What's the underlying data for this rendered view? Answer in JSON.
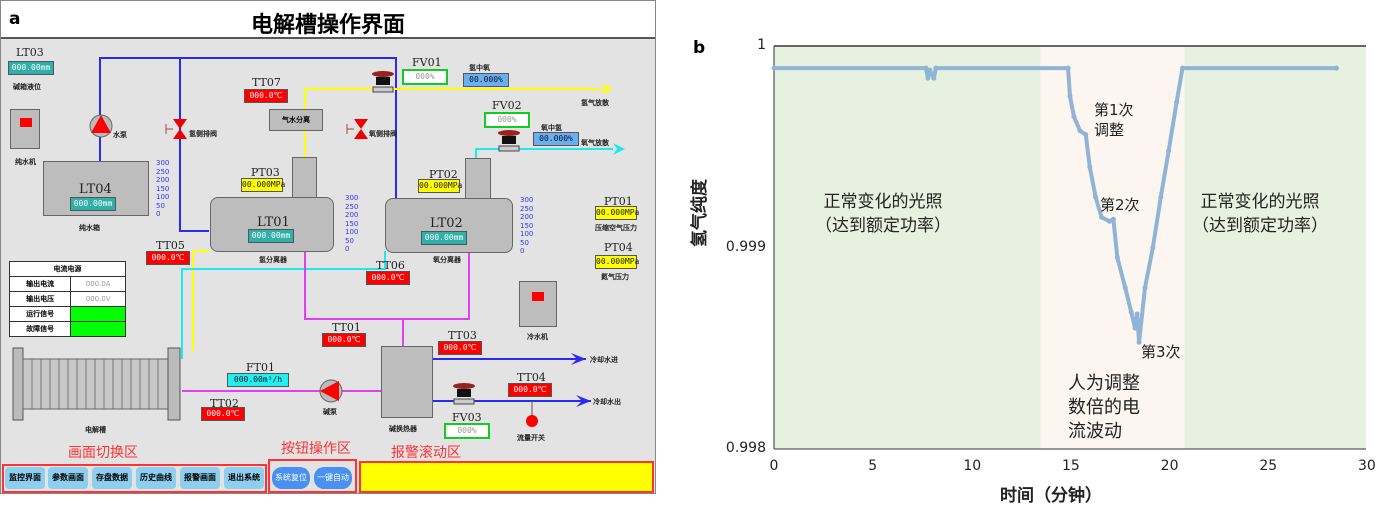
{
  "panel_a": {
    "label": "a",
    "title": "电解槽操作界面",
    "instruments": {
      "LT03": {
        "tag": "LT03",
        "value": "000.00mm",
        "caption": "碱箱液位"
      },
      "LT04": {
        "tag": "LT04",
        "value": "000.00mm",
        "caption": "纯水箱"
      },
      "LT01": {
        "tag": "LT01",
        "value": "000.00mm",
        "caption": "氢分离器"
      },
      "LT02": {
        "tag": "LT02",
        "value": "000.00mm",
        "caption": "氧分离器"
      },
      "TT07": {
        "tag": "TT07",
        "value": "000.0℃"
      },
      "TT05": {
        "tag": "TT05",
        "value": "000.0℃"
      },
      "TT06": {
        "tag": "TT06",
        "value": "000.0℃"
      },
      "TT01": {
        "tag": "TT01",
        "value": "000.0℃"
      },
      "TT02": {
        "tag": "TT02",
        "value": "000.0℃"
      },
      "TT03": {
        "tag": "TT03",
        "value": "000.0℃"
      },
      "TT04": {
        "tag": "TT04",
        "value": "000.0℃"
      },
      "PT03": {
        "tag": "PT03",
        "value": "00.000MPa"
      },
      "PT02": {
        "tag": "PT02",
        "value": "00.000MPa"
      },
      "PT01": {
        "tag": "PT01",
        "value": "00.000MPa",
        "caption": "压缩空气压力"
      },
      "PT04": {
        "tag": "PT04",
        "value": "00.000MPa",
        "caption": "氮气压力"
      },
      "FV01": {
        "tag": "FV01",
        "value": "000%"
      },
      "FV02": {
        "tag": "FV02",
        "value": "000%"
      },
      "FV03": {
        "tag": "FV03",
        "value": "000%"
      },
      "FT01": {
        "tag": "FT01",
        "value": "000.00m³/h"
      },
      "O2inH2": {
        "tag": "氢中氧",
        "value": "00.000%"
      },
      "H2inO2": {
        "tag": "氧中氢",
        "value": "00.000%"
      }
    },
    "captions": {
      "pure_water_machine": "纯水机",
      "water_pump": "水泵",
      "h2_drain": "氢侧排阀",
      "o2_drain": "氧侧排阀",
      "gas_water_sep": "气水分离",
      "h2_vent": "氢气放散",
      "o2_vent": "氧气放散",
      "chiller": "冷水机",
      "cool_in": "冷却水进",
      "cool_out": "冷却水出",
      "flow_switch": "流量开关",
      "alkali_pump": "碱泵",
      "heat_exchanger": "碱换热器",
      "electrolyzer": "电解槽"
    },
    "scale": [
      "300",
      "250",
      "200",
      "150",
      "100",
      "50",
      "0"
    ],
    "power_supply": {
      "header": "电流电源",
      "rows": [
        {
          "label": "输出电流",
          "value": "000.0A"
        },
        {
          "label": "输出电压",
          "value": "000.0V"
        },
        {
          "label": "运行信号",
          "value": ""
        },
        {
          "label": "故障信号",
          "value": ""
        }
      ]
    },
    "zones": {
      "switch": "画面切换区",
      "buttons": "按钮操作区",
      "alarm": "报警滚动区"
    },
    "nav_buttons": [
      "监控界面",
      "参数画面",
      "存盘数据",
      "历史曲线",
      "报警画面",
      "退出系统"
    ],
    "op_buttons": [
      "系统复位",
      "一键自动"
    ],
    "colors": {
      "alarm_bar": "#ffff00",
      "signal_on": "#00ff00"
    }
  },
  "chart_data": {
    "label": "b",
    "type": "line",
    "xlabel": "时间（分钟）",
    "ylabel": "氢气纯度",
    "xlim": [
      0,
      30
    ],
    "ylim": [
      0.998,
      1
    ],
    "xticks": [
      "0",
      "5",
      "10",
      "15",
      "20",
      "25",
      "30"
    ],
    "yticks": [
      "0.998",
      "0.999",
      "1"
    ],
    "regions": [
      {
        "from": 0,
        "to": 13.5,
        "color": "#e6f1df"
      },
      {
        "from": 13.5,
        "to": 20.8,
        "color": "#fcf5f0"
      },
      {
        "from": 20.8,
        "to": 30,
        "color": "#e6f1df"
      }
    ],
    "series": [
      {
        "name": "氢气纯度",
        "color": "#8fb4d6",
        "x": [
          0,
          7.7,
          7.8,
          7.9,
          8.1,
          8.2,
          14.9,
          15.0,
          15.2,
          15.5,
          15.8,
          16.0,
          16.3,
          16.6,
          17.0,
          17.2,
          17.4,
          17.8,
          18.1,
          18.3,
          18.4,
          18.5,
          18.8,
          19.2,
          19.6,
          20.0,
          20.4,
          20.7,
          28.5
        ],
        "y": [
          0.99989,
          0.99989,
          0.99984,
          0.99988,
          0.99984,
          0.99989,
          0.99989,
          0.99975,
          0.99965,
          0.99958,
          0.99956,
          0.9994,
          0.99925,
          0.99915,
          0.99913,
          0.99914,
          0.99895,
          0.9988,
          0.99868,
          0.9986,
          0.99867,
          0.99853,
          0.9988,
          0.999,
          0.99925,
          0.99948,
          0.99972,
          0.99989,
          0.99989
        ]
      }
    ],
    "annotations": {
      "normal_left": [
        "正常变化的光照",
        "（达到额定功率）"
      ],
      "normal_right": [
        "正常变化的光照",
        "（达到额定功率）"
      ],
      "adj1": [
        "第1次",
        "调整"
      ],
      "adj2": "第2次",
      "adj3": "第3次",
      "manual": [
        "人为调整",
        "数倍的电",
        "流波动"
      ]
    }
  }
}
